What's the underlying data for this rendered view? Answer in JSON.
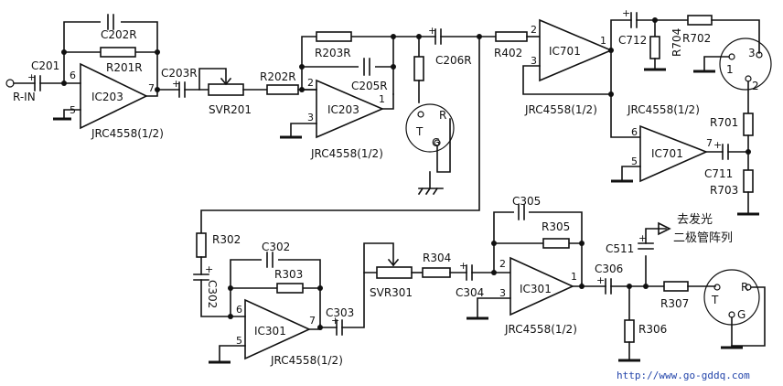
{
  "labels": {
    "c201": "C201",
    "r_in": "R-IN",
    "c202r": "C202R",
    "r201r": "R201R",
    "ic203a": "IC203",
    "jrc_a": "JRC4558(1/2)",
    "c203r": "C203R",
    "svr201": "SVR201",
    "r202r": "R202R",
    "r203r": "R203R",
    "c205r": "C205R",
    "ic203b": "IC203",
    "jrc_b": "JRC4558(1/2)",
    "c206r": "C206R",
    "jack1_t": "T",
    "jack1_r": "R",
    "jack1_g": "G",
    "r402": "R402",
    "ic701a": "IC701",
    "jrc_c": "JRC4558(1/2)",
    "c712": "C712",
    "r704": "R704",
    "r702": "R702",
    "xlr1": "1",
    "xlr2": "2",
    "xlr3": "3",
    "r701": "R701",
    "ic701b": "IC701",
    "c711": "C711",
    "r703": "R703",
    "jrc_d": "JRC4558(1/2)",
    "r302": "R302",
    "c302": "C302",
    "c302v": "C302",
    "r303": "R303",
    "ic301a": "IC301",
    "c303": "C303",
    "jrc_e": "JRC4558(1/2)",
    "svr301": "SVR301",
    "r304": "R304",
    "c304": "C304",
    "c305": "C305",
    "r305": "R305",
    "ic301b": "IC301",
    "jrc_f": "JRC4558(1/2)",
    "c511": "C511",
    "led_note1": "去发光",
    "led_note2": "二极管阵列",
    "c306": "C306",
    "r306": "R306",
    "r307": "R307",
    "jack2_t": "T",
    "jack2_r": "R",
    "jack2_g": "G",
    "watermark": "http://www.go-gddq.com"
  },
  "pins": {
    "p6": "6",
    "p5": "5",
    "p7": "7",
    "p2": "2",
    "p3": "3",
    "p1": "1",
    "plus": "+"
  }
}
